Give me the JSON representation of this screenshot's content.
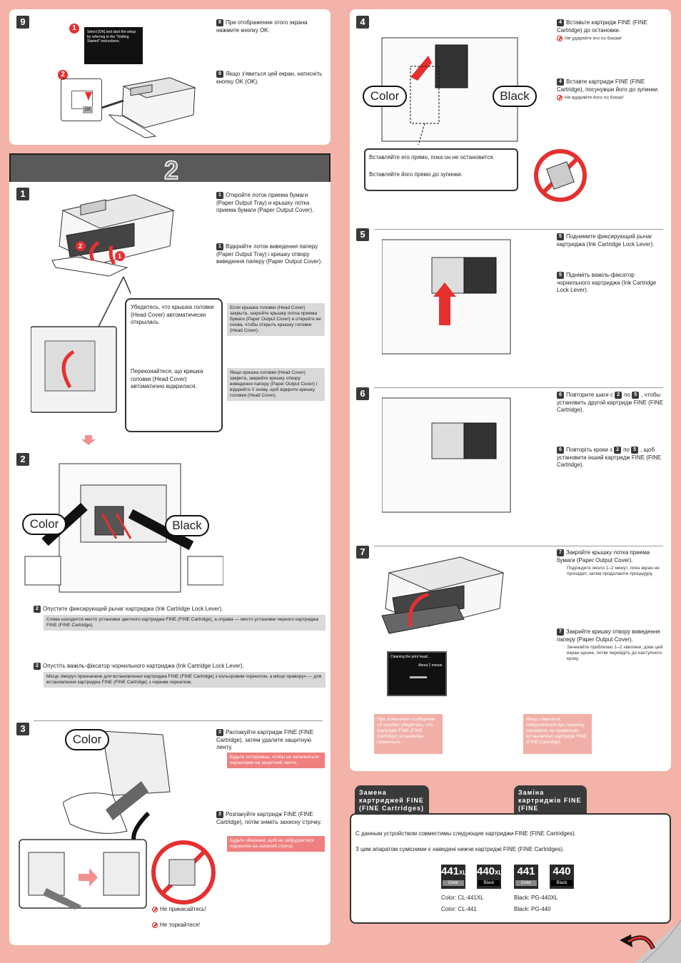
{
  "step9": {
    "num": "9",
    "ru": "При отображении этого экрана нажмите кнопку OK.",
    "uk": "Якщо з'явиться цей екран, натисніть кнопку OK (OK).",
    "screen_text": "Select [OK] and start the setup by referring to the \"Getting Started\" instructions.",
    "callout1": "1",
    "callout2": "2",
    "ok_key": "OK"
  },
  "section2": {
    "title": "2"
  },
  "s1": {
    "num": "1",
    "ru": "Откройте лоток приема бумаги (Paper Output Tray) и крышку лотка приема бумаги (Paper Output Cover).",
    "uk": "Відкрийте лоток виведення паперу (Paper Output Tray) і кришку отвору виведення паперу (Paper Output Cover).",
    "callout_ru": "Убедитесь, что крышка головки (Head Cover) автоматически открылась.",
    "callout_uk": "Переконайтеся, що кришка головки (Head Cover) автоматично відкрилася.",
    "note_ru": "Если крышка головки (Head Cover) закрыта, закройте крышку лотка приема бумаги (Paper Output Cover) и откройте ее снова, чтобы открыть крышку головки (Head Cover).",
    "note_uk": "Якщо кришка головки (Head Cover) закрита, закрийте кришку отвору виведення паперу (Paper Output Cover) і відкрийте її знову, щоб відкрити кришку головки (Head Cover).",
    "badge1": "1",
    "badge2": "2"
  },
  "s2": {
    "num": "2",
    "ru": "Опустите фиксирующий рычаг картриджа (Ink Cartridge Lock Lever).",
    "ru_note": "Слева находится место установки цветного картриджа FINE (FINE Cartridge), а справа — место установки черного картриджа FINE (FINE Cartridge).",
    "uk": "Опустіть важіль-фіксатор чорнильного картриджа (Ink Cartridge Lock Lever).",
    "uk_note": "Місце ліворуч призначене для встановлення картриджа FINE (FINE Cartridge) з кольоровим чорнилом, а місце праворуч — для встановлення картриджа FINE (FINE Cartridge) з чорним чорнилом.",
    "color_label": "Color",
    "black_label": "Black"
  },
  "s3": {
    "num": "3",
    "ru": "Распакуйте картридж FINE (FINE Cartridge), затем удалите защитную ленту.",
    "ru_warn": "Будьте осторожны, чтобы не запачкаться чернилами на защитной ленте.",
    "uk": "Розпакуйте картридж FINE (FINE Cartridge), потім зніміть захисну стрічку.",
    "uk_warn": "Будьте обережні, щоб не забруднитися чорнилом на захисній стрічці.",
    "no_touch_ru": "Не прикасайтесь!",
    "no_touch_uk": "Не торкайтеся!",
    "color_label": "Color"
  },
  "s4": {
    "num": "4",
    "ru": "Вставьте картридж FINE (FINE Cartridge) до остановки.",
    "ru_warn": "Не ударяйте его по бокам!",
    "uk": "Вставте картридж FINE (FINE Cartridge), посунувши його до зупинки.",
    "uk_warn": "Не вдаряйте його по боках!",
    "box_ru": "Вставляйте его прямо, пока он не остановится.",
    "box_uk": "Вставляйте його прямо до зупинки.",
    "color_label": "Color",
    "black_label": "Black"
  },
  "s5": {
    "num": "5",
    "ru": "Поднимите фиксирующий рычаг картриджа (Ink Cartridge Lock Lever).",
    "uk": "Підніміть важіль-фіксатор чорнильного картриджа (Ink Cartridge Lock Lever)."
  },
  "s6": {
    "num": "6",
    "ru_a": "Повторите шаги с",
    "ru_b": "по",
    "ru_c": ", чтобы установить другой картридж FINE (FINE Cartridge).",
    "uk_a": "Повторіть кроки з",
    "uk_b": "по",
    "uk_c": ", щоб установити інший картридж FINE (FINE Cartridge).",
    "from": "2",
    "to": "5"
  },
  "s7": {
    "num": "7",
    "ru": "Закройте крышку лотка приема бумаги (Paper Output Cover).",
    "ru_sub": "Подождите около 1–2 минут, пока экран не пропадет, затем продолжите процедуру.",
    "uk": "Закрийте кришку отвору виведення паперу (Paper Output Cover).",
    "uk_sub": "Зачекайте приблизно 1–2 хвилини, доки цей екран щезне, потім перейдіть до наступного кроку.",
    "screen_l1": "Cleaning the print head...",
    "screen_l2": "About 1 minute",
    "err_ru": "При появлении сообщения об ошибке убедитесь, что картридж FINE (FINE Cartridge) установлен правильно.",
    "err_uk": "Якщо з'явилося повідомлення про помилку, перевірте, чи правильно встановлено картридж FINE (FINE Cartridge)."
  },
  "replace": {
    "tab_ru": "Замена картриджей FINE (FINE Cartridges)",
    "tab_uk": "Заміна картриджів FINE (FINE Cartridges)",
    "ru": "С данным устройством совместимы следующие картриджи FINE (FINE Cartridges).",
    "uk": "З цим апаратом сумісними є наведені нижче картриджі FINE (FINE Cartridges).",
    "carts": [
      {
        "n": "441",
        "suf": "XL",
        "c": "Color"
      },
      {
        "n": "440",
        "suf": "XL",
        "c": "Black"
      },
      {
        "n": "441",
        "suf": "",
        "c": "Color"
      },
      {
        "n": "440",
        "suf": "",
        "c": "Black"
      }
    ],
    "models": {
      "color1": "Color: CL-441XL",
      "black1": "Black: PG-440XL",
      "color2": "Color: CL-441",
      "black2": "Black: PG-440"
    }
  }
}
